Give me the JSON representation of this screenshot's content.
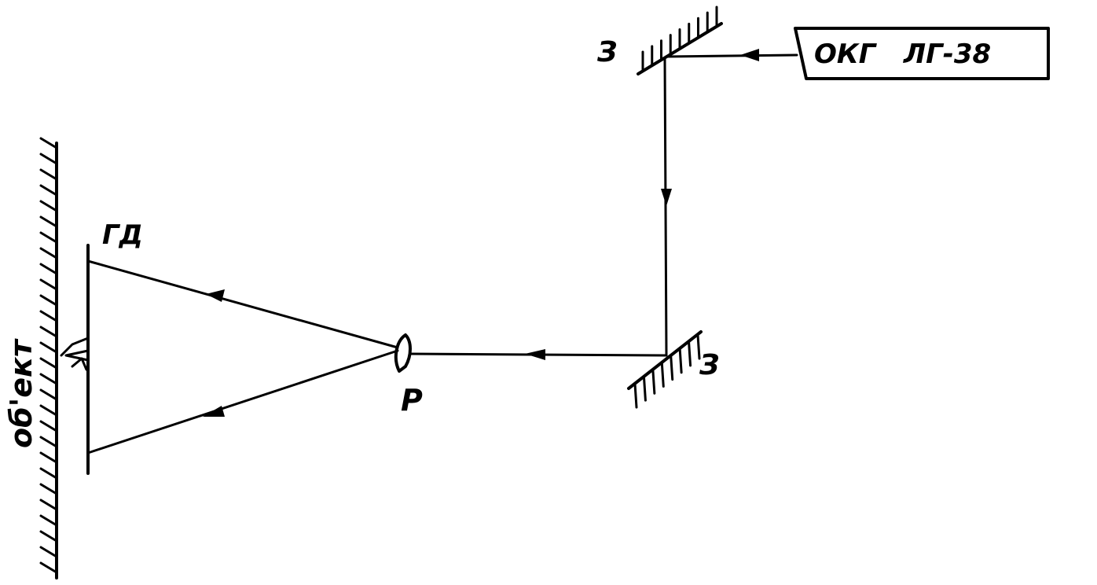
{
  "labels": {
    "laser": "ОКГ   ЛГ-38",
    "mirror_top": "З",
    "mirror_bottom": "З",
    "hologram_plate": "ГД",
    "lens": "Р",
    "object": "об'ект"
  },
  "colors": {
    "ink": "#000000",
    "paper": "#ffffff"
  }
}
